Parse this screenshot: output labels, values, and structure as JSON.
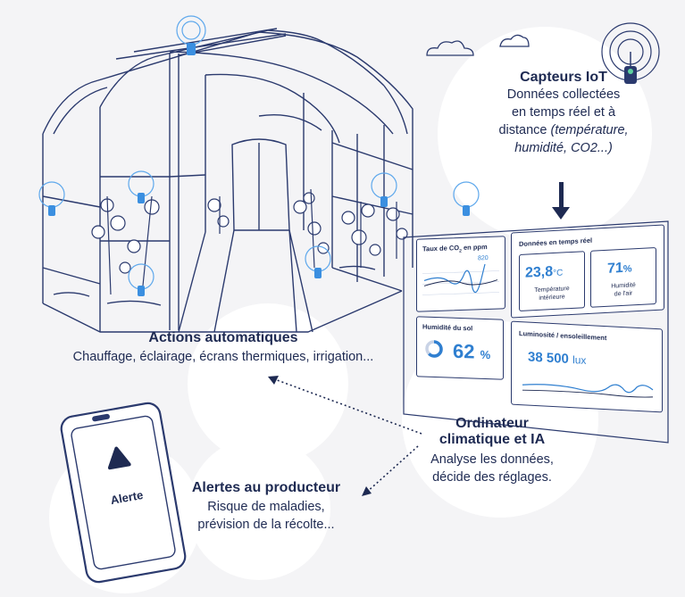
{
  "sensor_section": {
    "title": "Capteurs IoT",
    "desc_line1": "Données collectées",
    "desc_line2": "en temps réel et à",
    "desc_line3": "distance",
    "desc_italic_a": "(température,",
    "desc_italic_b": "humidité, CO2...)"
  },
  "actions_section": {
    "title": "Actions automatiques",
    "desc": "Chauffage, éclairage, écrans thermiques, irrigation..."
  },
  "computer_section": {
    "title_line1": "Ordinateur",
    "title_line2": "climatique et IA",
    "desc_line1": "Analyse les données,",
    "desc_line2": "décide des réglages."
  },
  "alerts_section": {
    "title": "Alertes au producteur",
    "desc_line1": "Risque de maladies,",
    "desc_line2": "prévision de la récolte..."
  },
  "phone": {
    "alert_label": "Alerte",
    "warning_glyph": "!"
  },
  "dashboard": {
    "co2_panel": {
      "title_prefix": "Taux de CO",
      "title_sub": "2",
      "title_suffix": " en ppm",
      "value": "820"
    },
    "realtime_panel": {
      "title": "Données en temps réel",
      "temp_value": "23,8",
      "temp_unit": "°C",
      "temp_label_line1": "Température",
      "temp_label_line2": "intérieure",
      "hum_value": "71",
      "hum_unit": "%",
      "hum_label_line1": "Humidité",
      "hum_label_line2": "de l'air"
    },
    "soil_panel": {
      "title": "Humidité du sol",
      "value": "62",
      "unit": "%"
    },
    "light_panel": {
      "title": "Luminosité / ensoleillement",
      "value": "38 500",
      "unit": "lux"
    }
  },
  "colors": {
    "navy": "#1e2a52",
    "accent_blue": "#2f7fd0",
    "sensor_blue": "#3b8fe0",
    "background": "#f4f4f6"
  }
}
